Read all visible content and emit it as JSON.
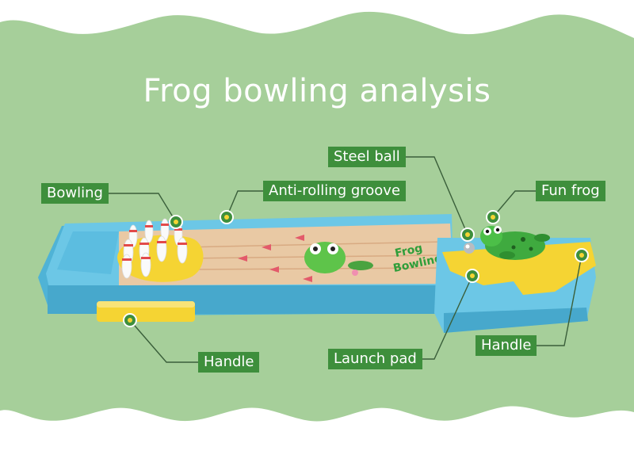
{
  "title": "Frog bowling analysis",
  "toy_label": "Frog Bowling",
  "callouts": {
    "steel_ball": "Steel ball",
    "fun_frog": "Fun frog",
    "bowling": "Bowling",
    "anti_rolling_groove": "Anti-rolling groove",
    "handle_left": "Handle",
    "launch_pad": "Launch pad",
    "handle_right": "Handle"
  },
  "colors": {
    "background": "#a6cf9a",
    "label_bg": "#3e8f3c",
    "leader_line": "#3a5f3a",
    "board_blue": "#6cc7e6",
    "lane_wood": "#e9c9a4",
    "pad_yellow": "#f5d433",
    "frog_green": "#3faa3f"
  }
}
